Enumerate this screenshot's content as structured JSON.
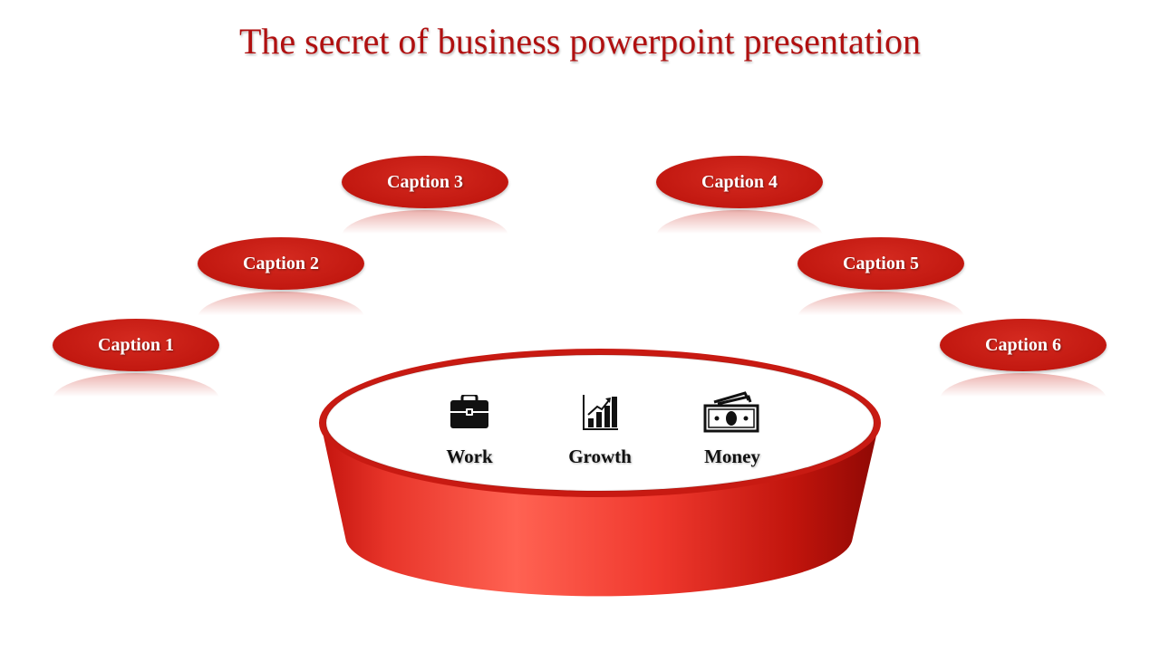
{
  "title": "The secret of business powerpoint presentation",
  "captions": [
    {
      "label": "Caption 1"
    },
    {
      "label": "Caption 2"
    },
    {
      "label": "Caption 3"
    },
    {
      "label": "Caption 4"
    },
    {
      "label": "Caption 5"
    },
    {
      "label": "Caption 6"
    }
  ],
  "center_items": [
    {
      "label": "Work",
      "icon": "briefcase-icon"
    },
    {
      "label": "Growth",
      "icon": "bar-chart-growth-icon"
    },
    {
      "label": "Money",
      "icon": "money-bills-icon"
    }
  ],
  "colors": {
    "accent": "#c21810",
    "title": "#b01010"
  }
}
